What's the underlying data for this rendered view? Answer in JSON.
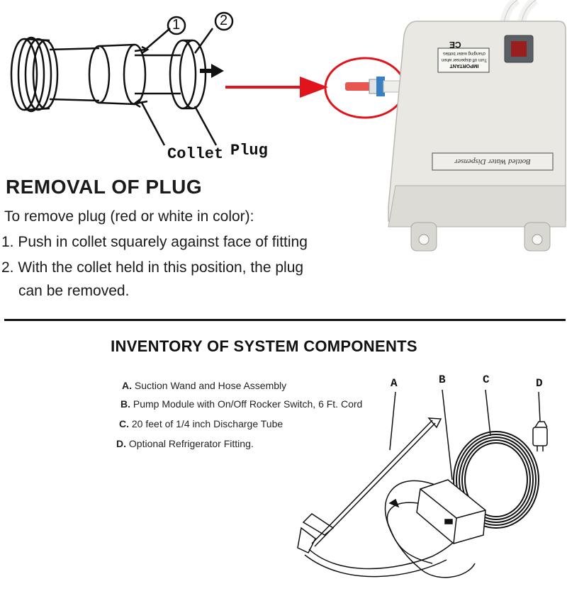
{
  "fitting_diagram": {
    "callout_1": "1",
    "callout_2": "2",
    "label_collet": "Collet",
    "label_plug": "Plug"
  },
  "removal": {
    "title": "REMOVAL OF PLUG",
    "intro": "To remove plug (red or white in color):",
    "step1": "1. Push in collet squarely against face of fitting",
    "step2": "2. With the collet held in this position, the plug",
    "step2_cont": "can be removed."
  },
  "pump_photo": {
    "ce_mark": "CE",
    "notice_title": "IMPORTANT",
    "notice_line1": "Turn off dispenser when",
    "notice_line2": "changing water bottles",
    "brand_label": "Bottled Water Dispenser",
    "arrow_color": "#e0141a"
  },
  "inventory": {
    "title": "INVENTORY OF SYSTEM COMPONENTS",
    "items": [
      {
        "letter": "A.",
        "text": "Suction Wand and Hose Assembly"
      },
      {
        "letter": "B.",
        "text": "Pump Module with On/Off Rocker Switch, 6 Ft. Cord"
      },
      {
        "letter": "C.",
        "text": "20 feet of 1/4 inch Discharge Tube"
      },
      {
        "letter": "D.",
        "text": "Optional Refrigerator Fitting."
      }
    ],
    "diagram_letters": [
      "A",
      "B",
      "C",
      "D"
    ]
  }
}
